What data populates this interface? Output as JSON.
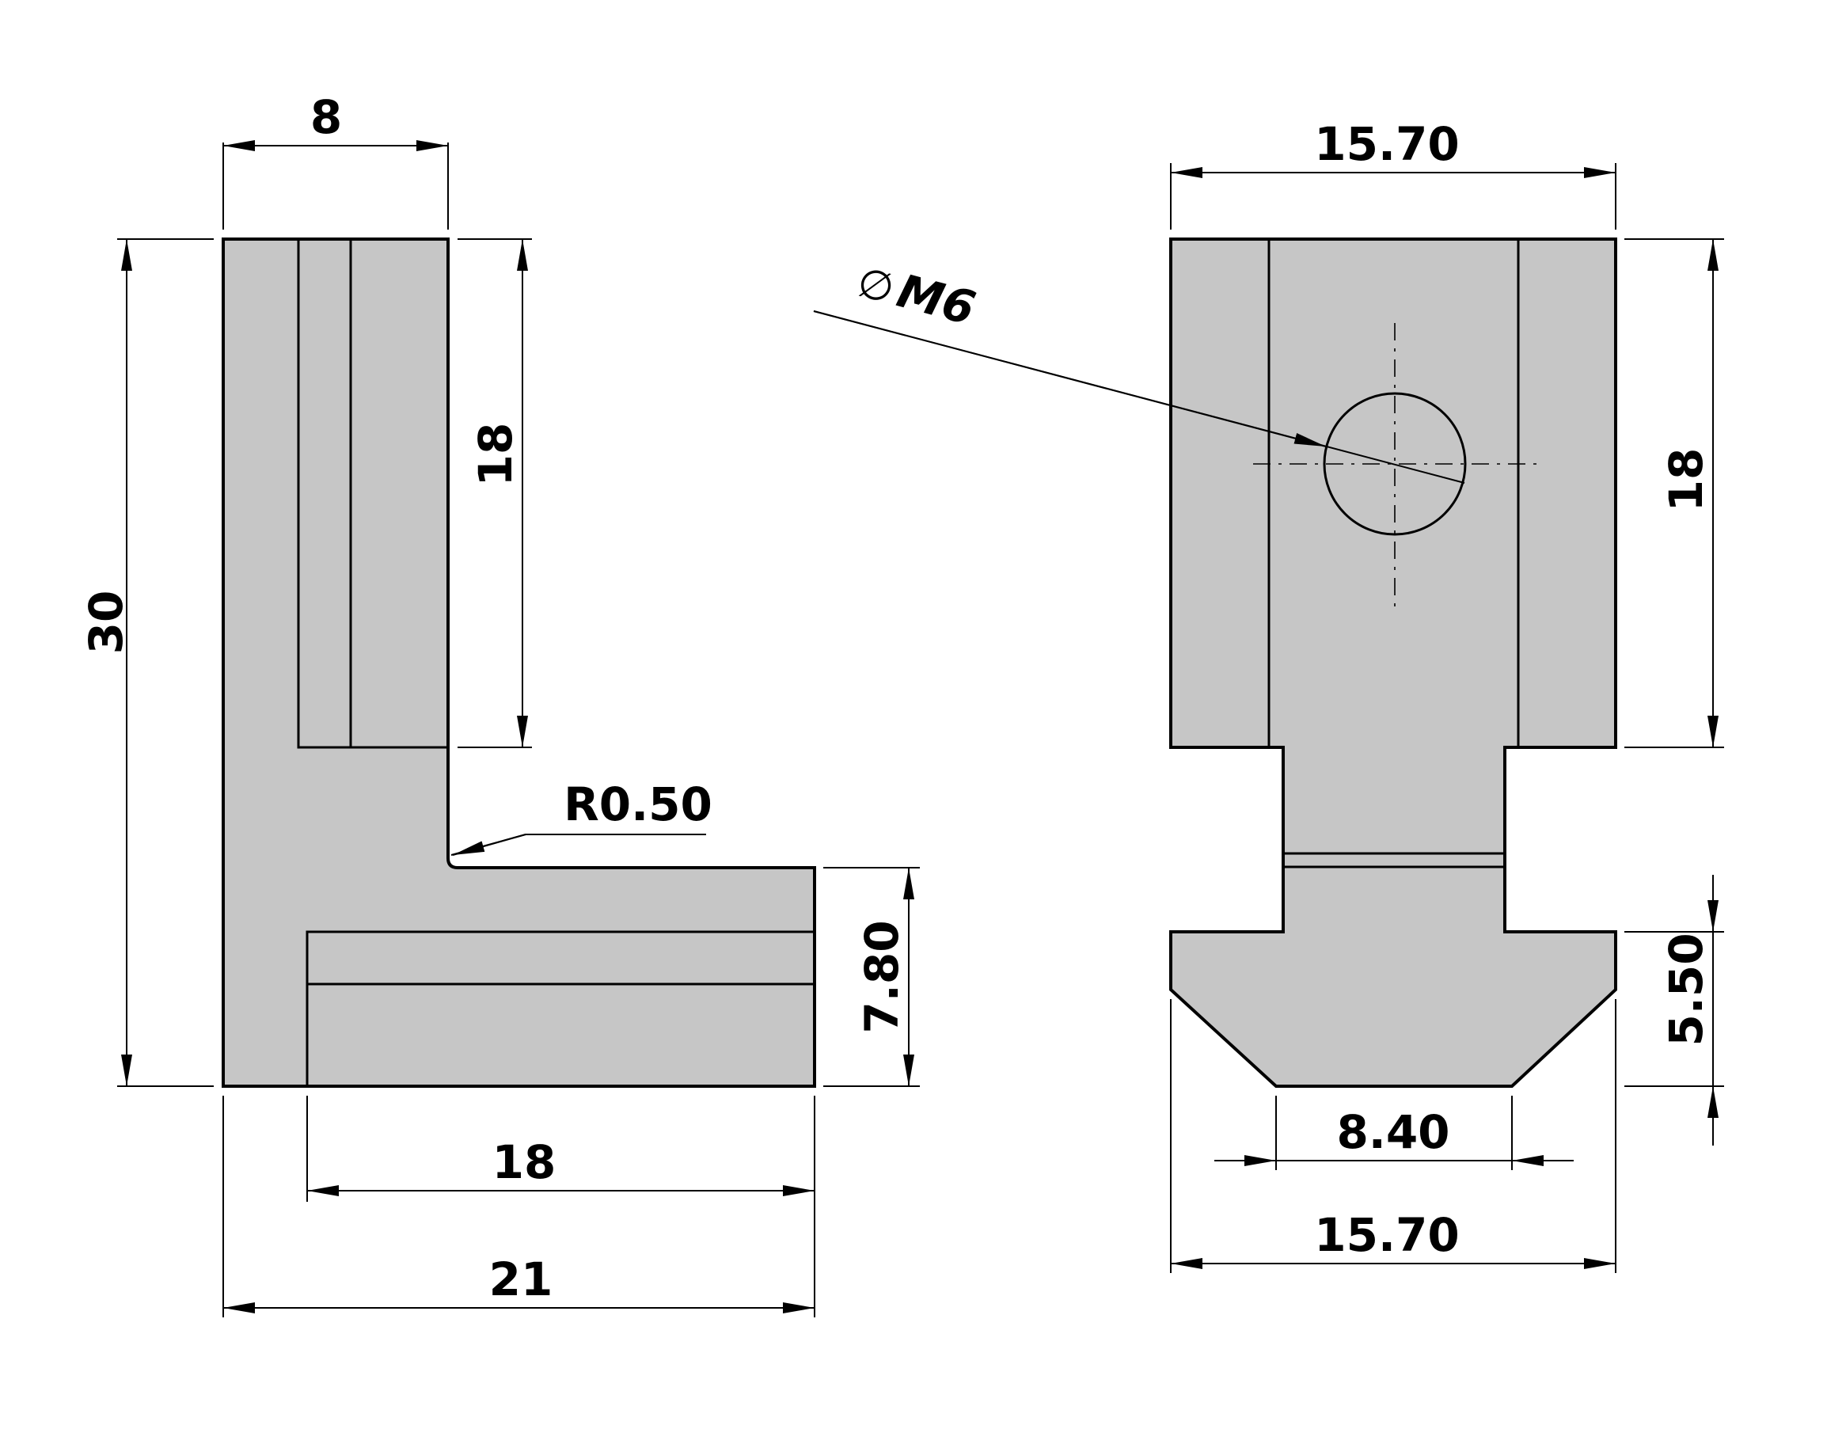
{
  "side_view": {
    "dims": {
      "top_width": "8",
      "upper_height": "18",
      "total_height": "30",
      "radius": "R0.50",
      "foot_height": "7.80",
      "foot_length": "18",
      "total_length": "21"
    }
  },
  "front_view": {
    "dims": {
      "top_width": "15.70",
      "hole_symbol": "∅",
      "hole": "M6",
      "body_height": "18",
      "bottom_height": "5.50",
      "bottom_flat_width": "8.40",
      "bottom_width": "15.70"
    }
  },
  "colors": {
    "part_fill": "#c6c6c6",
    "line": "#000000"
  }
}
